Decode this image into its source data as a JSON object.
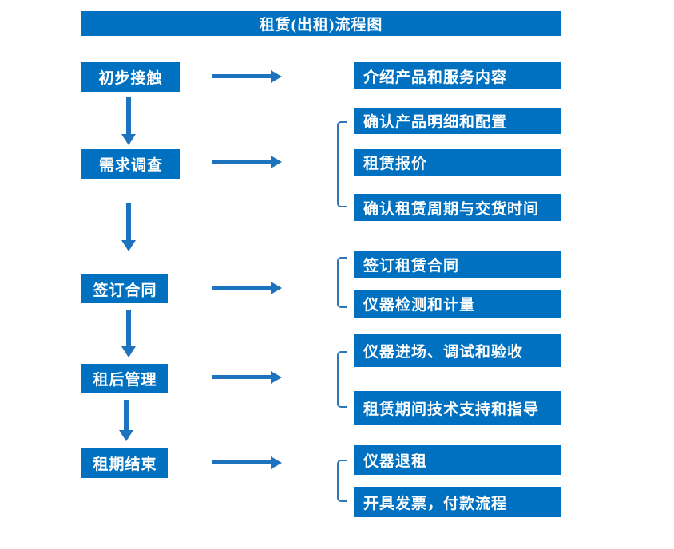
{
  "title": "租赁(出租)流程图",
  "colors": {
    "box_bg": "#0070C0",
    "box_text": "#FFFFFF",
    "arrow": "#1E73BE",
    "bracket": "#2E75B6",
    "background": "#FFFFFF"
  },
  "steps": [
    {
      "label": "初步接触",
      "outputs": [
        "介绍产品和服务内容"
      ]
    },
    {
      "label": "需求调查",
      "outputs": [
        "确认产品明细和配置",
        "租赁报价",
        "确认租赁周期与交货时间"
      ]
    },
    {
      "label": "签订合同",
      "outputs": [
        "签订租赁合同",
        "仪器检测和计量"
      ]
    },
    {
      "label": "租后管理",
      "outputs": [
        "仪器进场、调试和验收",
        "租赁期间技术支持和指导"
      ]
    },
    {
      "label": "租期结束",
      "outputs": [
        "仪器退租",
        "开具发票，付款流程"
      ]
    }
  ]
}
